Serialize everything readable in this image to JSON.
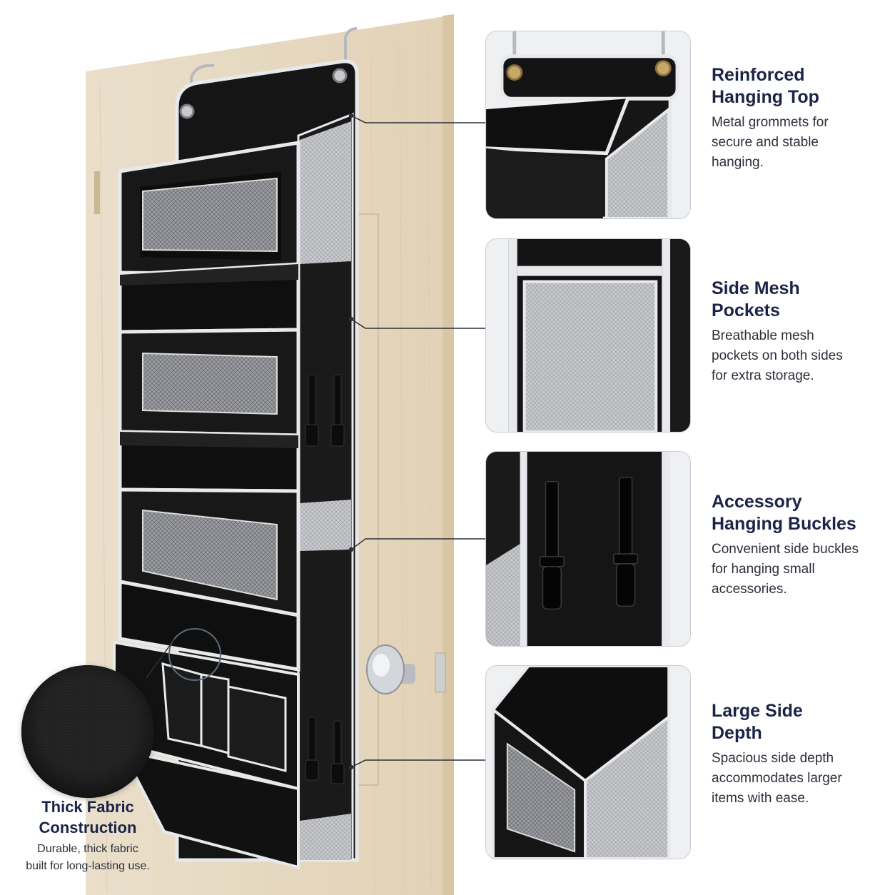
{
  "features": [
    {
      "title_line1": "Reinforced",
      "title_line2": "Hanging Top",
      "desc_line1": "Metal grommets for",
      "desc_line2": "secure and stable",
      "desc_line3": "hanging.",
      "icon": "grommet-icon"
    },
    {
      "title_line1": "Side Mesh",
      "title_line2": "Pockets",
      "desc_line1": "Breathable mesh",
      "desc_line2": "pockets on both sides",
      "desc_line3": "for extra storage.",
      "icon": "mesh-pocket-icon"
    },
    {
      "title_line1": "Accessory",
      "title_line2": "Hanging Buckles",
      "desc_line1": "Convenient side buckles",
      "desc_line2": "for hanging small",
      "desc_line3": "accessories.",
      "icon": "buckle-icon"
    },
    {
      "title_line1": "Large Side",
      "title_line2": "Depth",
      "desc_line1": "Spacious side depth",
      "desc_line2": "accommodates larger",
      "desc_line3": "items with ease.",
      "icon": "depth-icon"
    }
  ],
  "fabric": {
    "title_line1": "Thick Fabric",
    "title_line2": "Construction",
    "desc_line1": "Durable, thick fabric",
    "desc_line2": "built for long-lasting use."
  },
  "colors": {
    "title": "#1b2447",
    "fabric": "#141414",
    "trim": "#e8e9ec",
    "door": "#e9dcc4"
  }
}
